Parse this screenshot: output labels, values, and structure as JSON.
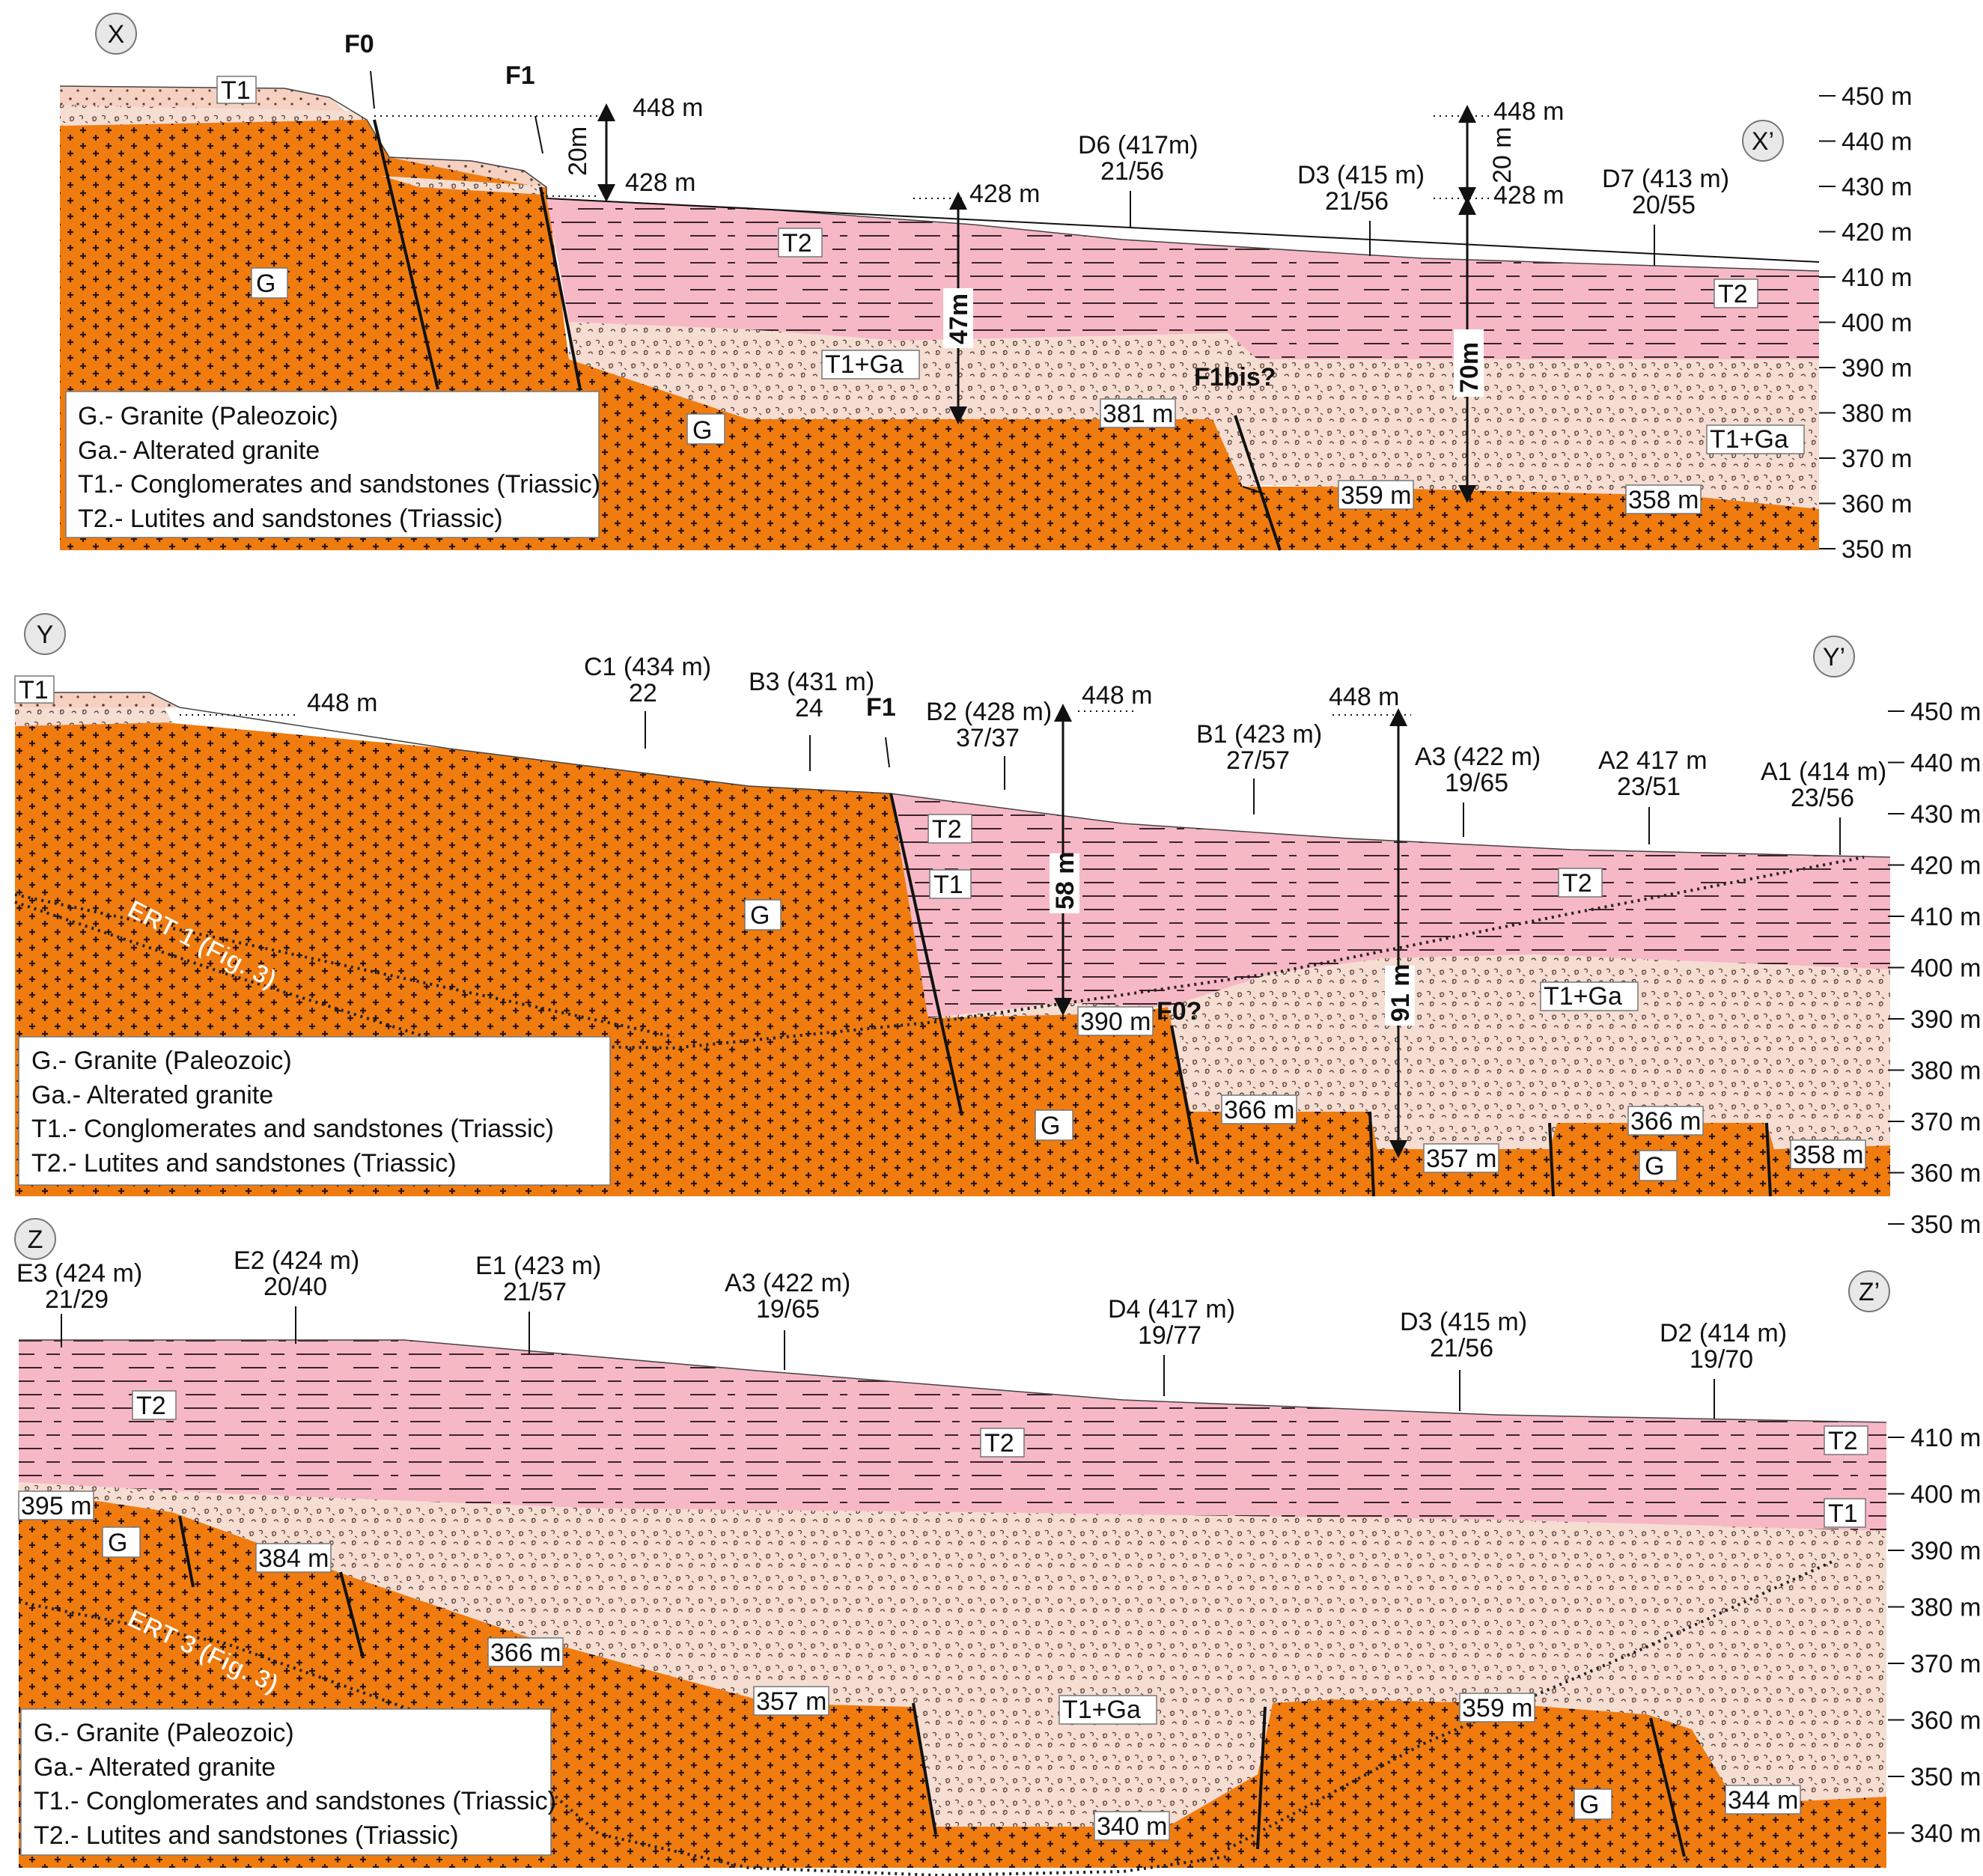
{
  "colors": {
    "granite": "#f07c10",
    "granite_mark": "#2a1506",
    "t2": "#f7b8c6",
    "t1ga": "#f5ddd2",
    "t1": "#f6d0c0",
    "fault": "#111111"
  },
  "legend": {
    "g": "G.- Granite (Paleozoic)",
    "ga": "Ga.- Alterated granite",
    "t1": "T1.-  Conglomerates and sandstones (Triassic)",
    "t2": "T2.-  Lutites and sandstones (Triassic)"
  },
  "sectionX": {
    "start": "X",
    "end": "X’",
    "faults": [
      "F0",
      "F1",
      "F1bis?"
    ],
    "units": {
      "t1": "T1",
      "t2a": "T2",
      "t2b": "T2",
      "g1": "G",
      "g2": "G",
      "t1ga1": "T1+Ga",
      "t1ga2": "T1+Ga"
    },
    "scale": [
      "450 m",
      "440 m",
      "430 m",
      "420 m",
      "410 m",
      "400 m",
      "390 m",
      "380 m",
      "370 m",
      "360 m",
      "350 m"
    ],
    "elev": {
      "e448a": "448 m",
      "e428a": "428 m",
      "e448b": "448 m",
      "e428b": "428 m",
      "e428c": "428 m",
      "e381": "381 m",
      "e359": "359 m",
      "e358": "358 m"
    },
    "thick": {
      "a": "20m",
      "b": "20 m",
      "c": "47m",
      "d": "70m"
    },
    "wells": [
      {
        "name": "D6 (417m)",
        "val": "21/56"
      },
      {
        "name": "D3 (415 m)",
        "val": "21/56"
      },
      {
        "name": "D7 (413 m)",
        "val": "20/55"
      }
    ]
  },
  "sectionY": {
    "start": "Y",
    "end": "Y’",
    "faults": [
      "F1",
      "F0?"
    ],
    "units": {
      "t1top": "T1",
      "t2a": "T2",
      "t1mid": "T1",
      "g1": "G",
      "t2b": "T2",
      "t1ga": "T1+Ga",
      "g2": "G",
      "g3": "G"
    },
    "ert": "ERT 1 (Fig. 3)",
    "scale": [
      "450 m",
      "440 m",
      "430 m",
      "420 m",
      "410 m",
      "400 m",
      "390 m",
      "380 m",
      "370 m",
      "360 m",
      "350 m"
    ],
    "elev": {
      "e448a": "448 m",
      "e448b": "448 m",
      "e448c": "448 m",
      "e390": "390 m",
      "e366a": "366 m",
      "e366b": "366 m",
      "e357": "357 m",
      "e358": "358 m"
    },
    "thick": {
      "a": "58 m",
      "b": "91 m"
    },
    "wells": [
      {
        "name": "C1 (434 m)",
        "val": "22"
      },
      {
        "name": "B3 (431 m)",
        "val": "24"
      },
      {
        "name": "B2 (428 m)",
        "val": "37/37"
      },
      {
        "name": "B1 (423 m)",
        "val": "27/57"
      },
      {
        "name": "A3 (422 m)",
        "val": "19/65"
      },
      {
        "name": "A2 417 m",
        "val": "23/51"
      },
      {
        "name": "A1 (414 m)",
        "val": "23/56"
      }
    ]
  },
  "sectionZ": {
    "start": "Z",
    "end": "Z’",
    "units": {
      "t2a": "T2",
      "t2b": "T2",
      "t2c": "T2",
      "t1": "T1",
      "g1": "G",
      "g2": "G",
      "t1ga": "T1+Ga"
    },
    "ert": "ERT 3 (Fig. 3)",
    "scale": [
      "410 m",
      "400 m",
      "390 m",
      "380 m",
      "370 m",
      "360 m",
      "350 m",
      "340 m"
    ],
    "elev": {
      "e395": "395 m",
      "e384": "384 m",
      "e366": "366 m",
      "e357": "357 m",
      "e340": "340 m",
      "e359": "359 m",
      "e344": "344 m"
    },
    "wells": [
      {
        "name": "E3 (424 m)",
        "val": "21/29"
      },
      {
        "name": "E2 (424 m)",
        "val": "20/40"
      },
      {
        "name": "E1 (423 m)",
        "val": "21/57"
      },
      {
        "name": "A3 (422 m)",
        "val": "19/65"
      },
      {
        "name": "D4 (417 m)",
        "val": "19/77"
      },
      {
        "name": "D3 (415 m)",
        "val": "21/56"
      },
      {
        "name": "D2 (414 m)",
        "val": "19/70"
      }
    ]
  }
}
